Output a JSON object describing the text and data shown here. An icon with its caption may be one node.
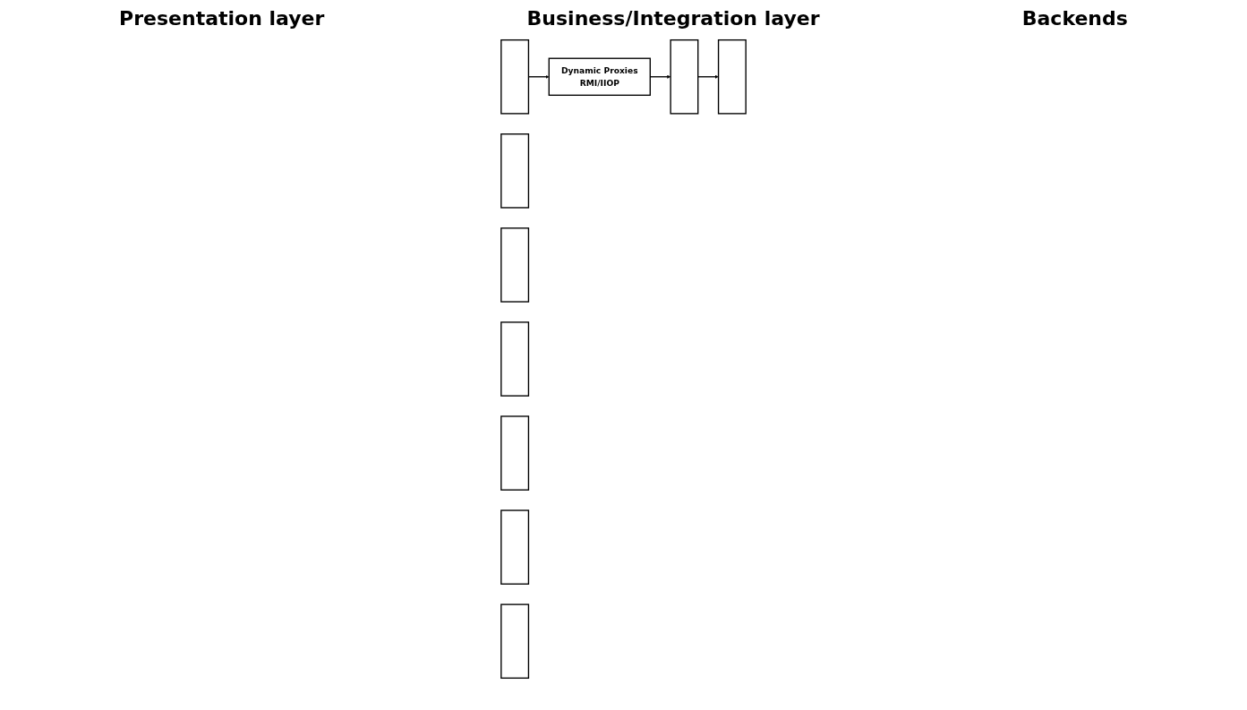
{
  "diagram": {
    "nodes": [
      {
        "text": [],
        "shape": "box"
      },
      {
        "text": [],
        "shape": "box"
      },
      {
        "text": [
          "Dynamic Proxies",
          "RMI/IIOP"
        ]
      },
      {
        "text": [],
        "shape": "box"
      },
      {
        "text": [],
        "shape": "box"
      },
      {
        "text": [],
        "shape": "box"
      },
      {
        "text": [],
        "shape": "box"
      },
      {
        "text": [],
        "shape": "box"
      },
      {
        "text": [],
        "shape": "box"
      },
      {
        "text": [],
        "shape": "box"
      }
    ],
    "edges": [
      {
        "from": 0,
        "to": 2,
        "arrow": "to"
      },
      {
        "from": 2,
        "to": 3,
        "arrow": "to"
      },
      {
        "from": 3,
        "to": 5,
        "arrow": "to"
      }
    ],
    "labels": [
      "Presentation layer",
      "Business/Integration layer",
      "Backends"
    ]
  }
}
